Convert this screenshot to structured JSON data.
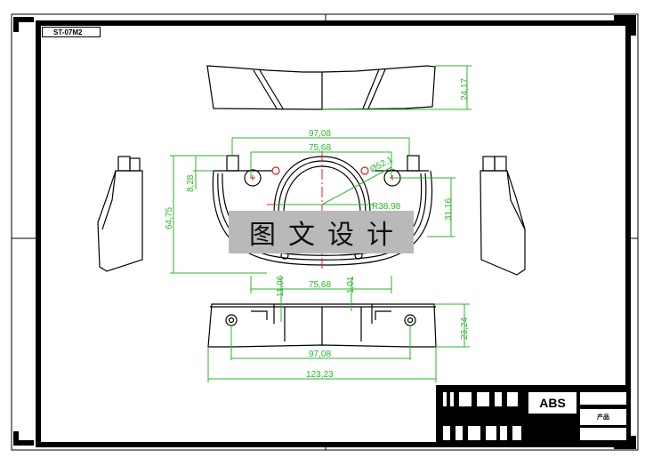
{
  "drawing": {
    "drawing_number": "ST-07M2",
    "watermark": "图文设计",
    "title_block": {
      "material": "ABS",
      "label": "产品"
    }
  },
  "dimensions": {
    "top_view_height": "24,17",
    "front_width_outer": "97,08",
    "front_width_inner": "75,68",
    "front_height": "64,75",
    "front_tab_height": "8,28",
    "front_right_height": "31,16",
    "front_radius": "R38,98",
    "front_diameter": "Ø52,1",
    "bottom_inner_width": "75,68",
    "bottom_left_offset": "11,06",
    "bottom_right_offset": "1,01",
    "bottom_height": "23,24",
    "bottom_hole_spacing": "97,08",
    "bottom_total_width": "123,23"
  },
  "colors": {
    "outline": "#000000",
    "dimension": "#2bb52b",
    "centerline": "#e02020",
    "watermark_bg": "#b9b9b9"
  }
}
